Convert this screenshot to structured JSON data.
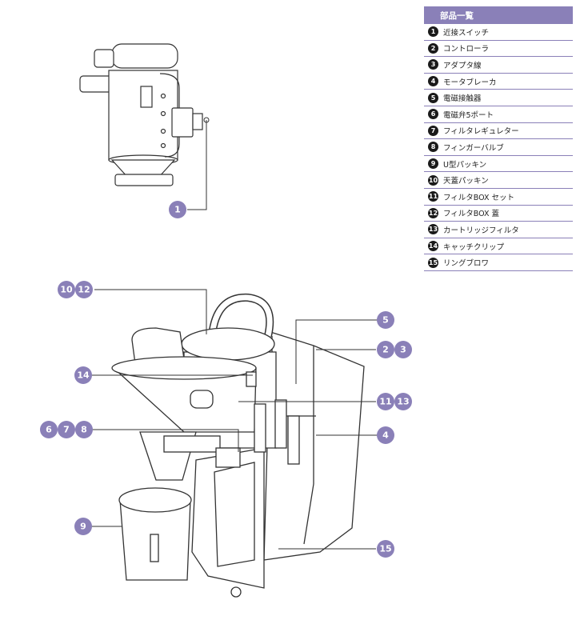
{
  "table": {
    "header": "部品一覧",
    "rows": [
      {
        "num": "1",
        "name": "近接スイッチ"
      },
      {
        "num": "2",
        "name": "コントローラ"
      },
      {
        "num": "3",
        "name": "アダプタ線"
      },
      {
        "num": "4",
        "name": "モータブレーカ"
      },
      {
        "num": "5",
        "name": "電磁接触器"
      },
      {
        "num": "6",
        "name": "電磁弁5ポート"
      },
      {
        "num": "7",
        "name": "フィルタレギュレター"
      },
      {
        "num": "8",
        "name": "フィンガーバルブ"
      },
      {
        "num": "9",
        "name": "U型パッキン"
      },
      {
        "num": "10",
        "name": "天蓋パッキン"
      },
      {
        "num": "11",
        "name": "フィルタBOX セット"
      },
      {
        "num": "12",
        "name": "フィルタBOX 蓋"
      },
      {
        "num": "13",
        "name": "カートリッジフィルタ"
      },
      {
        "num": "14",
        "name": "キャッチクリップ"
      },
      {
        "num": "15",
        "name": "リングブロワ"
      }
    ]
  },
  "callouts": {
    "c1": [
      "1"
    ],
    "c10_12": [
      "10",
      "12"
    ],
    "c5": [
      "5"
    ],
    "c2_3": [
      "2",
      "3"
    ],
    "c14": [
      "14"
    ],
    "c11_13": [
      "11",
      "13"
    ],
    "c6_7_8": [
      "6",
      "7",
      "8"
    ],
    "c4": [
      "4"
    ],
    "c9": [
      "9"
    ],
    "c15": [
      "15"
    ]
  },
  "colors": {
    "accent": "#8a80b8",
    "line": "#333333",
    "badge": "#1a1a1a"
  }
}
